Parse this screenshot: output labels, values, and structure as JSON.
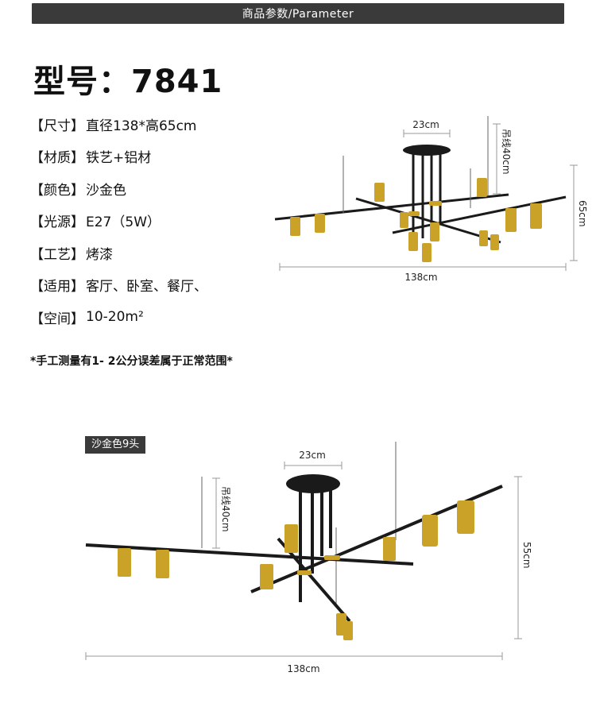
{
  "header": {
    "title": "商品参数/Parameter"
  },
  "model": {
    "title": "型号：7841"
  },
  "specs": [
    {
      "label": "【尺寸】",
      "value": "直径138*高65cm"
    },
    {
      "label": "【材质】",
      "value": "铁艺+铝材"
    },
    {
      "label": "【颜色】",
      "value": "沙金色"
    },
    {
      "label": "【光源】",
      "value": "E27（5W）"
    },
    {
      "label": "【工艺】",
      "value": "烤漆"
    },
    {
      "label": "【适用】",
      "value": "客厅、卧室、餐厅、"
    },
    {
      "label": "【空间】",
      "value": "10-20m²"
    }
  ],
  "note": "*手工测量有1- 2公分误差属于正常范围*",
  "figure_top": {
    "width_label": "138cm",
    "canopy_label": "23cm",
    "cord_label": "吊线40cm",
    "height_label": "65cm"
  },
  "figure_bottom": {
    "variant_tag": "沙金色9头",
    "width_label": "138cm",
    "canopy_label": "23cm",
    "cord_label": "吊线40cm",
    "height_label": "55cm"
  },
  "colors": {
    "gold": "#c9a227",
    "black": "#1a1a1a",
    "header": "#3a3a3a"
  }
}
